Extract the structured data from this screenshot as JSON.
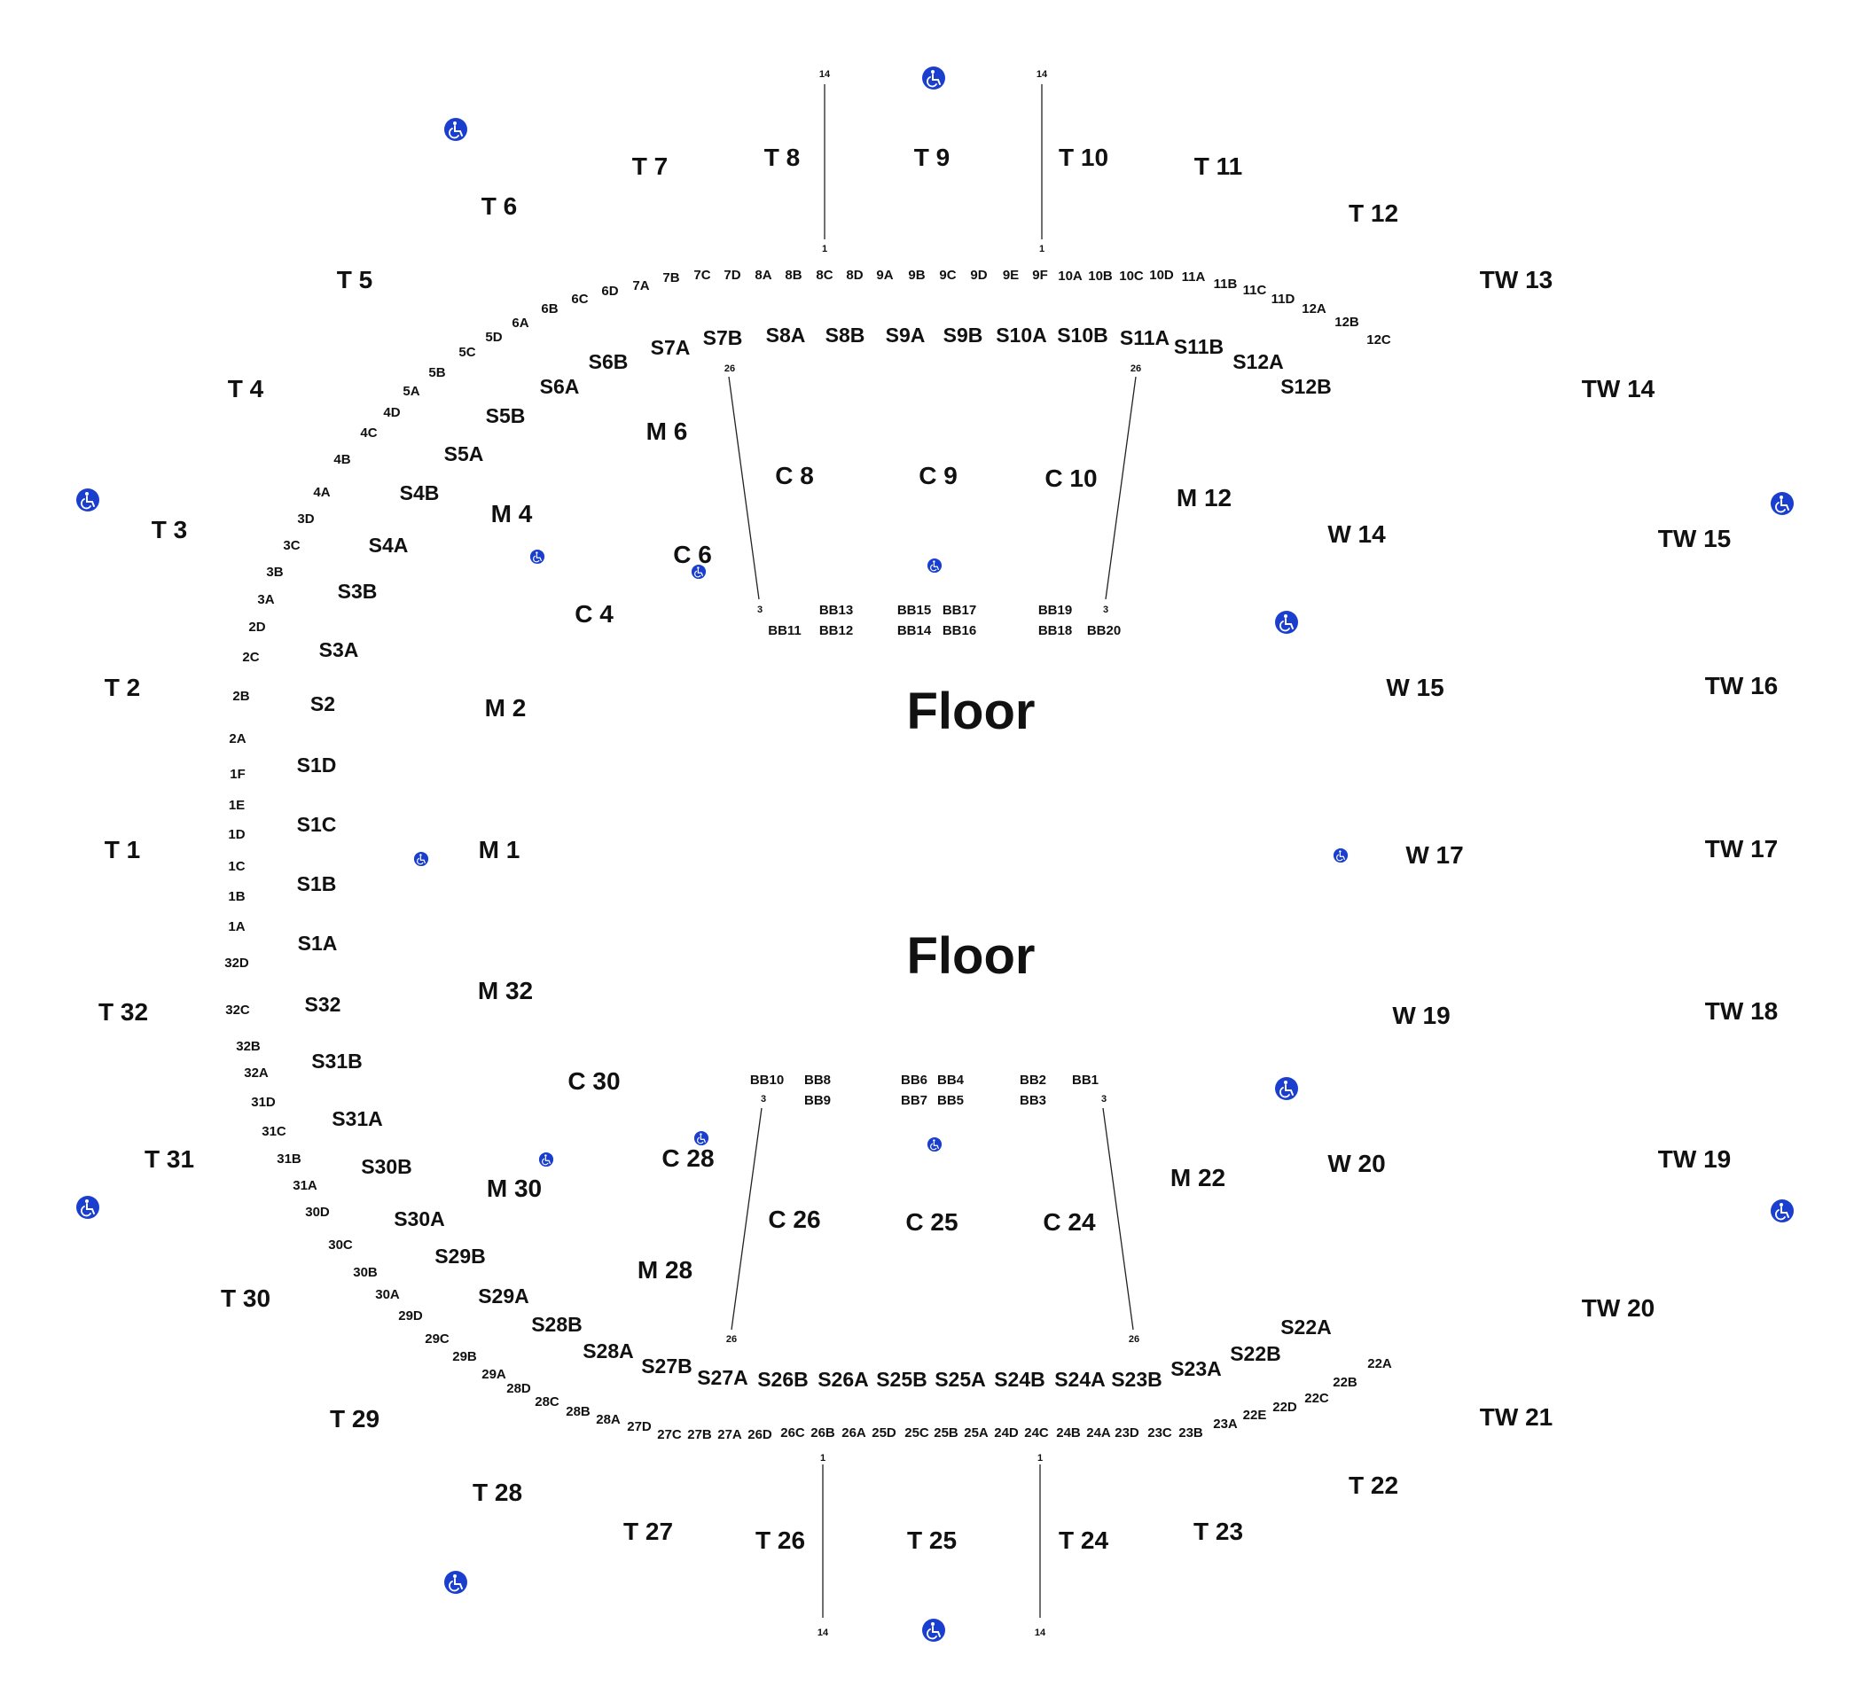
{
  "floor_labels": [
    "Floor",
    "Floor"
  ],
  "upper_sections": [
    "T 1",
    "T 2",
    "T 3",
    "T 4",
    "T 5",
    "T 6",
    "T 7",
    "T 8",
    "T 9",
    "T 10",
    "T 11",
    "T 12",
    "TW 13",
    "TW 14",
    "TW 15",
    "TW 16",
    "TW 17",
    "TW 18",
    "TW 19",
    "TW 20",
    "TW 21",
    "T 22",
    "T 23",
    "T 24",
    "T 25",
    "T 26",
    "T 27",
    "T 28",
    "T 29",
    "T 30",
    "T 31",
    "T 32"
  ],
  "middle_sections": [
    "M 1",
    "M 2",
    "M 4",
    "M 6",
    "C 4",
    "C 6",
    "C 8",
    "C 9",
    "C 10",
    "M 12",
    "W 14",
    "W 15",
    "W 17",
    "W 19",
    "W 20",
    "M 22",
    "C 24",
    "C 25",
    "C 26",
    "C 28",
    "M 28",
    "M 30",
    "C 30",
    "M 32"
  ],
  "suite_sections": [
    "S1A",
    "S1B",
    "S1C",
    "S1D",
    "S2",
    "S3A",
    "S3B",
    "S4A",
    "S4B",
    "S5A",
    "S5B",
    "S6A",
    "S6B",
    "S7A",
    "S7B",
    "S8A",
    "S8B",
    "S9A",
    "S9B",
    "S10A",
    "S10B",
    "S11A",
    "S11B",
    "S12A",
    "S12B",
    "S22A",
    "S22B",
    "S23A",
    "S23B",
    "S24A",
    "S24B",
    "S25A",
    "S25B",
    "S26A",
    "S26B",
    "S27A",
    "S27B",
    "S28A",
    "S28B",
    "S29A",
    "S29B",
    "S30A",
    "S30B",
    "S31A",
    "S31B",
    "S32"
  ],
  "ring_top_labels": [
    "7A",
    "7B",
    "7C",
    "7D",
    "8A",
    "8B",
    "8C",
    "8D",
    "9A",
    "9B",
    "9C",
    "9D",
    "9E",
    "9F",
    "10A",
    "10B",
    "10C",
    "10D",
    "11A",
    "11B",
    "11C",
    "11D",
    "12A",
    "12B",
    "12C"
  ],
  "ring_left_labels": [
    "6D",
    "6C",
    "6B",
    "6A",
    "5D",
    "5C",
    "5B",
    "5A",
    "4D",
    "4C",
    "4B",
    "4A",
    "3D",
    "3C",
    "3B",
    "3A",
    "2D",
    "2C",
    "2B",
    "2A",
    "1F",
    "1E",
    "1D",
    "1C",
    "1B",
    "1A",
    "32D",
    "32C",
    "32B",
    "32A",
    "31D",
    "31C",
    "31B",
    "31A",
    "30D",
    "30C",
    "30B",
    "30A",
    "29D",
    "29C",
    "29B",
    "29A",
    "28D",
    "28C",
    "28B",
    "28A",
    "27D"
  ],
  "ring_bottom_labels": [
    "27C",
    "27B",
    "27A",
    "26D",
    "26C",
    "26B",
    "26A",
    "25D",
    "25C",
    "25B",
    "25A",
    "24D",
    "24C",
    "24B",
    "24A",
    "23D",
    "23C",
    "23B",
    "23A",
    "22E",
    "22D",
    "22C",
    "22B",
    "22A"
  ],
  "box_labels": [
    "BB11",
    "BB13",
    "BB12",
    "BB15",
    "BB14",
    "BB17",
    "BB16",
    "BB19",
    "BB18",
    "BB20",
    "BB10",
    "BB8",
    "BB9",
    "BB6",
    "BB7",
    "BB4",
    "BB5",
    "BB2",
    "BB3",
    "BB1"
  ],
  "row_numbers": [
    "14",
    "1",
    "14",
    "1",
    "26",
    "3",
    "26",
    "3",
    "3",
    "26",
    "3",
    "26",
    "1",
    "14",
    "1",
    "14"
  ],
  "accessible_icon": "wheelchair-icon",
  "colors": {
    "accessible": "#1a3fcf",
    "text": "#111111",
    "background": "#ffffff"
  }
}
